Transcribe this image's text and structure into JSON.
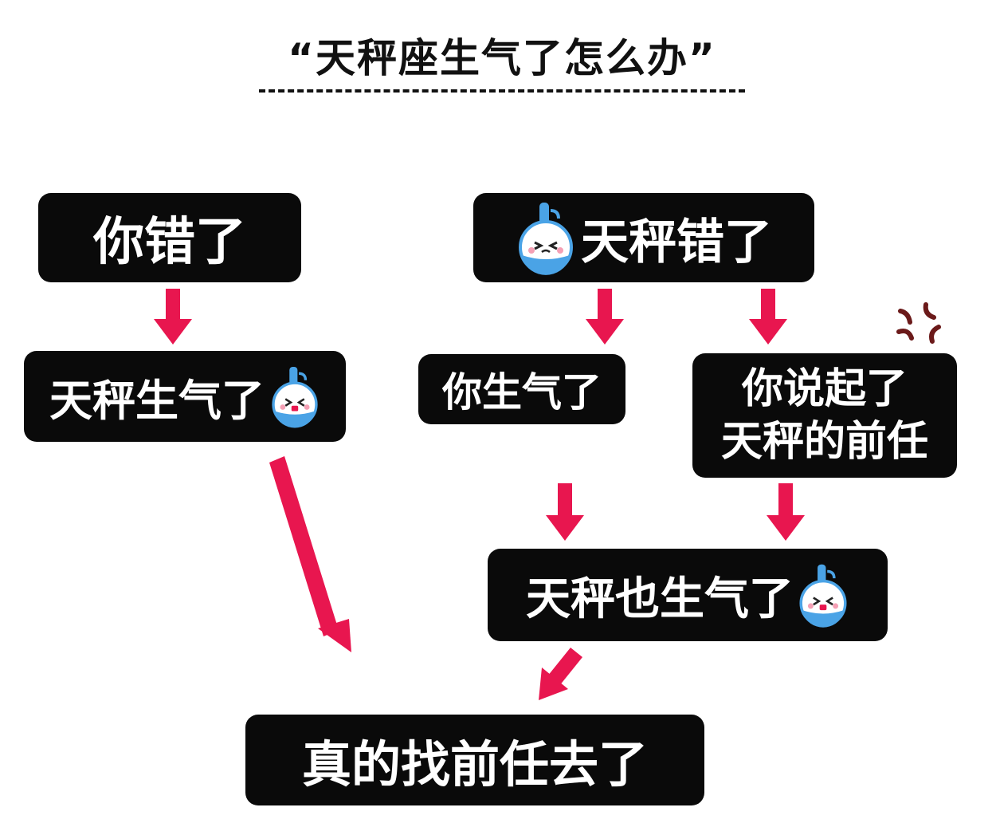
{
  "title": "“天秤座生气了怎么办”",
  "nodes": {
    "you_wrong": "你错了",
    "libra_wrong": "天秤错了",
    "libra_angry": "天秤生气了",
    "you_angry": "你生气了",
    "ex_line1": "你说起了",
    "ex_line2": "天秤的前任",
    "libra_also_angry": "天秤也生气了",
    "really_found_ex": "真的找前任去了"
  },
  "colors": {
    "box": "#0a0a0a",
    "text": "#ffffff",
    "arrow": "#e8164f",
    "mascot_blue": "#4aa3e6",
    "anger_mark": "#6b1a1a"
  },
  "icons": [
    "libra-mascot-icon",
    "anger-mark-icon"
  ]
}
